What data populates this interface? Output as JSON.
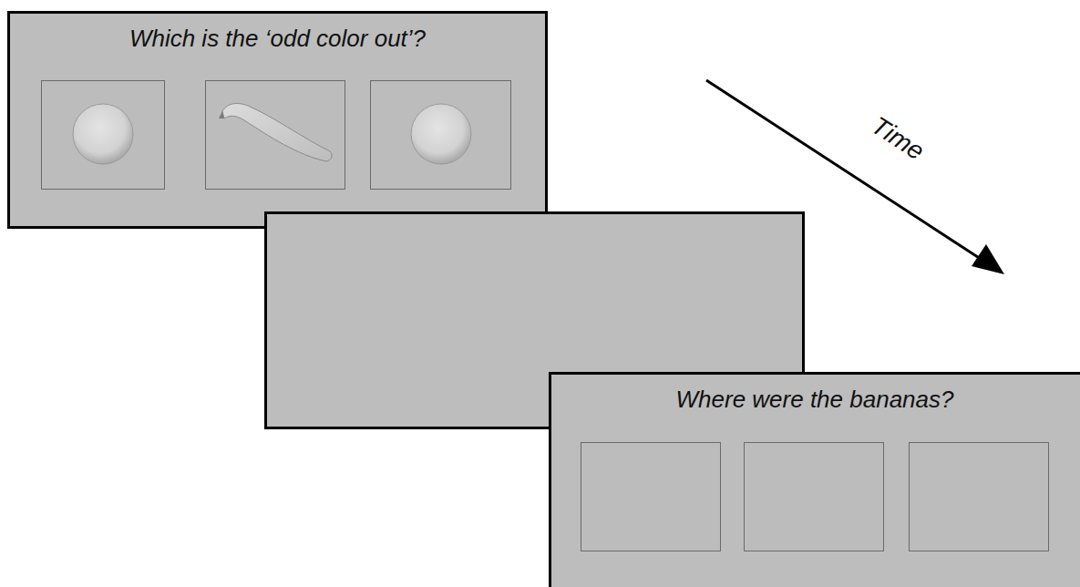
{
  "diagram": {
    "nodes": [
      {
        "text": [
          "Which is the ‘odd color out’?"
        ]
      },
      {
        "text": [
          "Where were the bananas?"
        ]
      }
    ],
    "labels": [
      "Time"
    ]
  }
}
